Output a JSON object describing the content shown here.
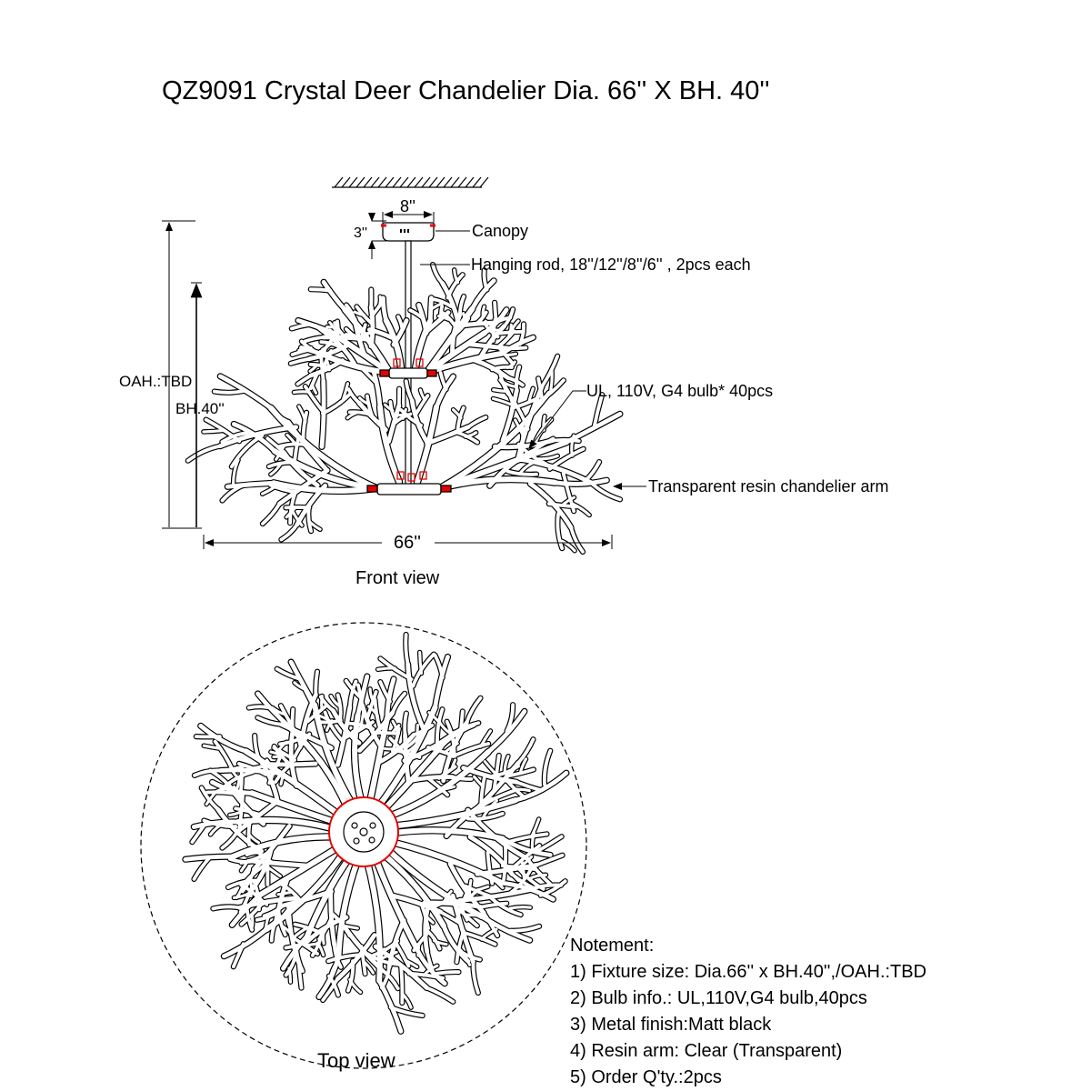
{
  "title": "QZ9091 Crystal Deer Chandelier  Dia. 66'' X BH. 40''",
  "front_view": {
    "label": "Front view",
    "canopy_width": "8''",
    "canopy_height": "3''",
    "canopy_label": "Canopy",
    "rod_label": "Hanging rod, 18''/12''/8''/6'' , 2pcs each",
    "bulb_label": "UL, 110V, G4 bulb* 40pcs",
    "arm_label": "Transparent resin chandelier arm",
    "oah_label": "OAH.:TBD",
    "bh_label": "BH.40''",
    "diameter_label": "66''"
  },
  "top_view": {
    "label": "Top view"
  },
  "notes": {
    "heading": "Notement:",
    "items": [
      "1) Fixture size: Dia.66'' x BH.40'',/OAH.:TBD",
      "2) Bulb info.: UL,110V,G4 bulb,40pcs",
      "3) Metal finish:Matt black",
      "4) Resin arm: Clear (Transparent)",
      "5) Order Q'ty.:2pcs"
    ]
  },
  "colors": {
    "line": "#000000",
    "accent": "#e60000"
  }
}
